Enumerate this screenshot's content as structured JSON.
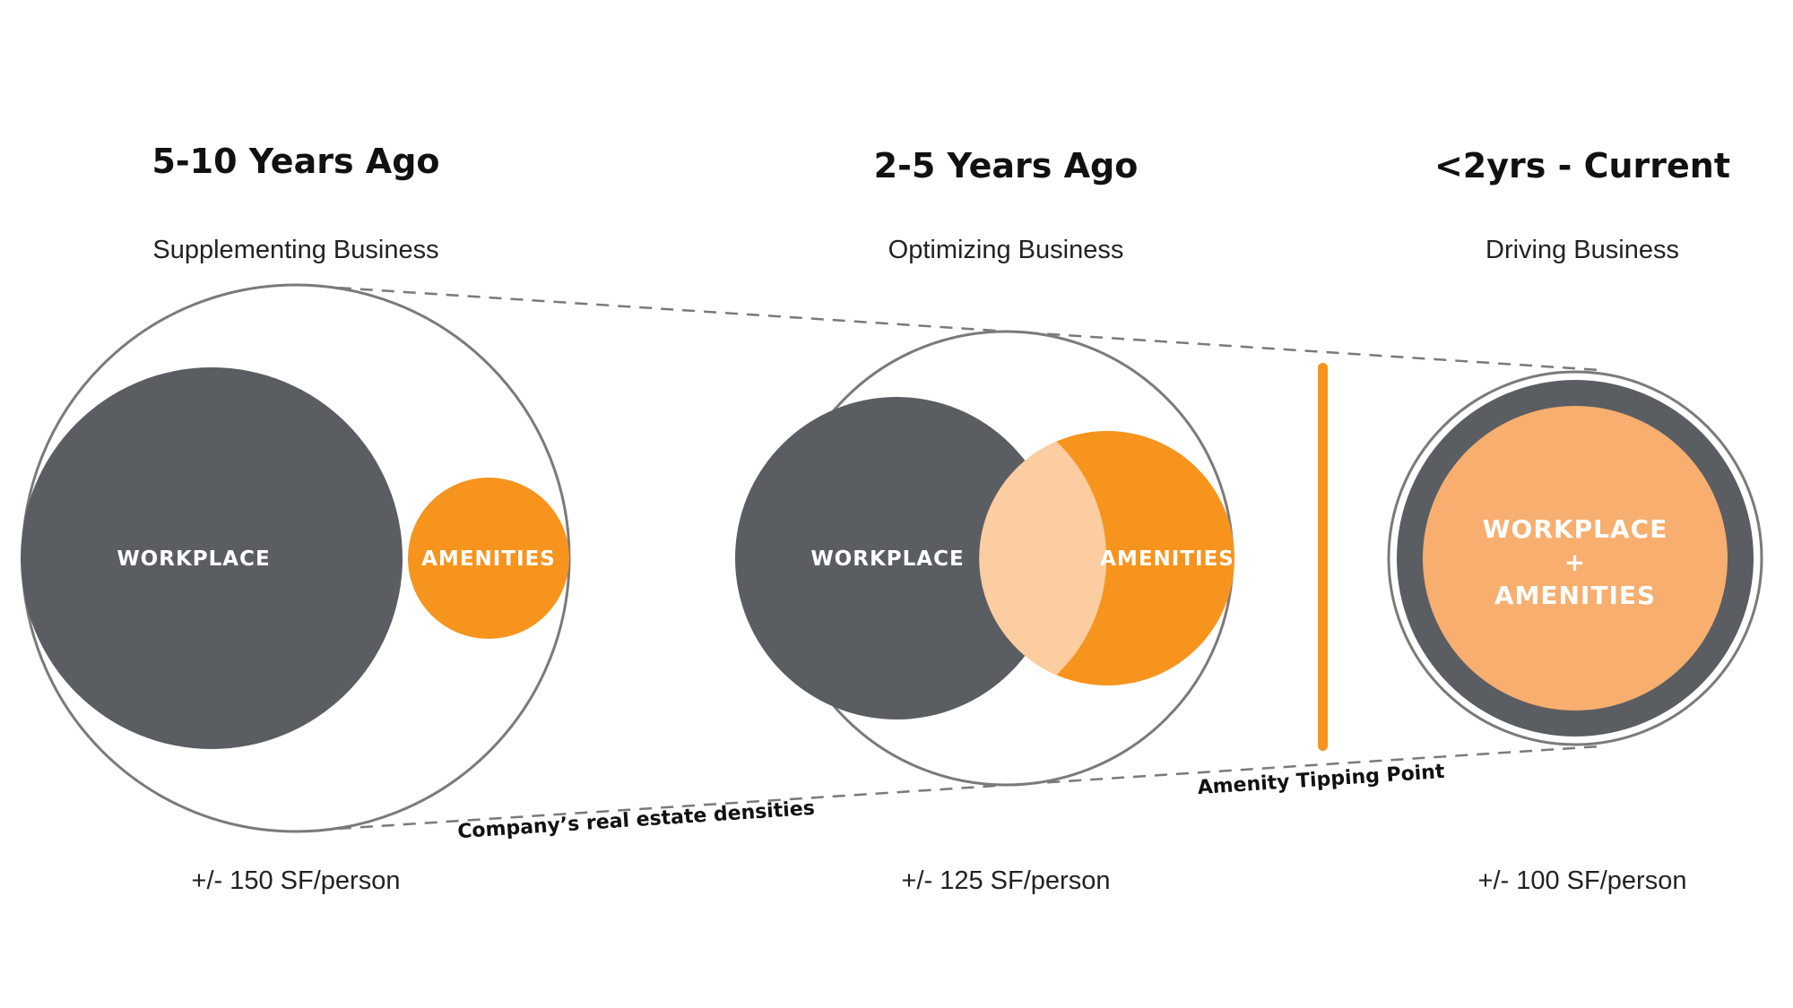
{
  "colors": {
    "workplace": "#5a5e63",
    "amenities": "#f7941e",
    "overlap": "#fbcda0",
    "combined": "#f8ae6e",
    "outline": "#7a7a7a",
    "tipping_bar": "#f7941e"
  },
  "stages": [
    {
      "title": "5-10 Years Ago",
      "subtitle": "Supplementing Business",
      "workplace_label": "WORKPLACE",
      "amenities_label": "AMENITIES",
      "density": "+/- 150 SF/person"
    },
    {
      "title": "2-5 Years Ago",
      "subtitle": "Optimizing Business",
      "workplace_label": "WORKPLACE",
      "amenities_label": "AMENITIES",
      "density": "+/- 125 SF/person"
    },
    {
      "title": "<2yrs - Current",
      "subtitle": "Driving Business",
      "combined_label_line1": "WORKPLACE",
      "combined_label_line2": "+",
      "combined_label_line3": "AMENITIES",
      "density": "+/- 100 SF/person"
    }
  ],
  "annotations": {
    "density_line": "Company’s real estate densities",
    "tipping_point": "Amenity Tipping Point"
  }
}
